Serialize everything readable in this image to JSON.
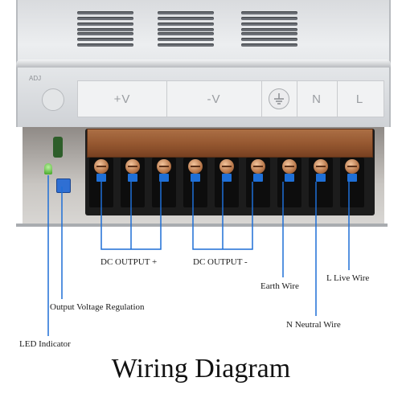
{
  "panel_labels": [
    "+V",
    "-V",
    "N",
    "L"
  ],
  "adj_label": "ADJ",
  "terminal_count": 9,
  "colors": {
    "callout_line": "#1f6fd6",
    "terminal_cover": "#9b5a31",
    "clip": "#1f6fd6"
  },
  "callouts": {
    "dc_output_plus": "DC OUTPUT +",
    "dc_output_minus": "DC OUTPUT -",
    "earth_wire": "Earth Wire",
    "live_wire": "L Live Wire",
    "neutral_wire": "N Neutral Wire",
    "voltage_regulation": "Output Voltage Regulation",
    "led_indicator": "LED Indicator"
  },
  "title": "Wiring Diagram"
}
